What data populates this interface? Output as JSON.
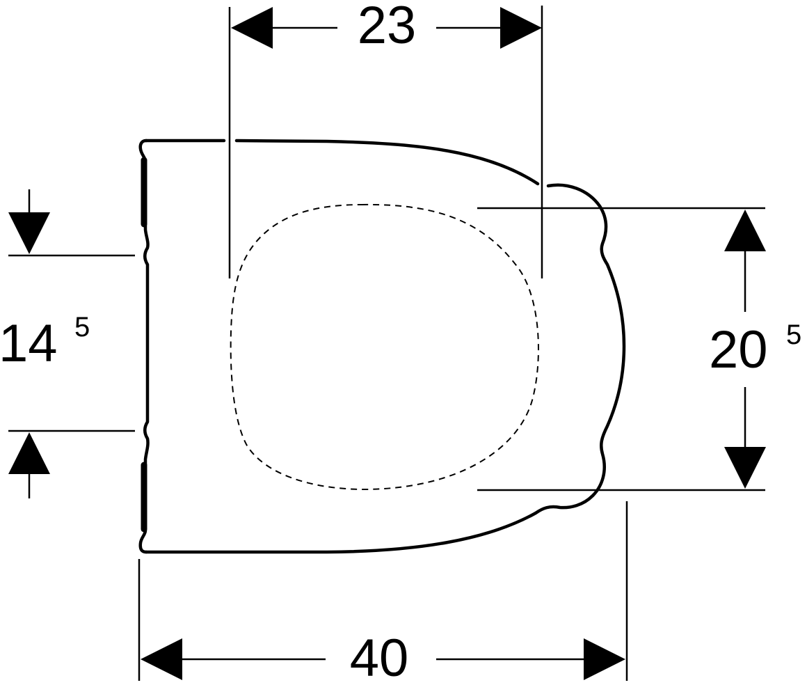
{
  "dimensions": {
    "top_width": {
      "value": "23"
    },
    "overall_length": {
      "value": "40"
    },
    "left_spacing": {
      "value": "14",
      "superscript": "5"
    },
    "right_spacing": {
      "value": "20",
      "superscript": "5"
    }
  },
  "colors": {
    "line": "#000000",
    "background": "#ffffff"
  }
}
